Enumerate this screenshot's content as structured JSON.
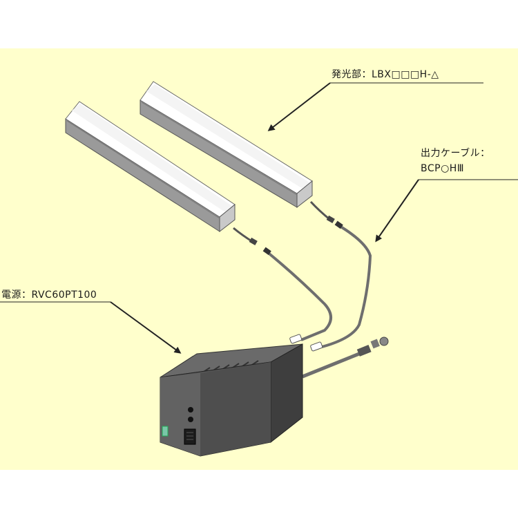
{
  "colors": {
    "panel_background": "#ffffcc",
    "page_background": "#ffffff",
    "bar_body": "#e4e4e4",
    "bar_diffuser": "#ffffff",
    "box_top": "#6a6a6a",
    "box_front": "#595959",
    "box_side": "#3e3e3e",
    "cable": "#6e6e6e",
    "leader_line": "#222222"
  },
  "labels": {
    "emitter": "発光部：LBX□□□H-△",
    "cable_line1": "出力ケーブル：",
    "cable_line2": "BCP○HⅢ",
    "power": "電源：RVC60PT100"
  },
  "icons": [
    "arrow-icon",
    "led-indicator-icon",
    "switch-icon",
    "connector-icon",
    "plug-icon"
  ]
}
